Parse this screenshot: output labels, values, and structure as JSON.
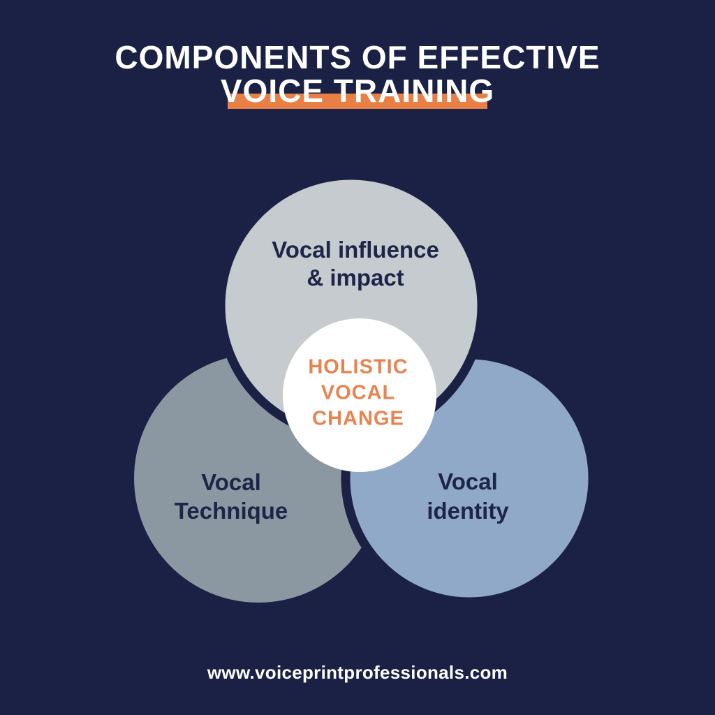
{
  "title": {
    "line1": "COMPONENTS OF EFFECTIVE",
    "line2": "VOICE TRAINING"
  },
  "diagram": {
    "type": "venn",
    "circles": [
      {
        "name": "vocal-influence-impact",
        "label_lines": [
          "Vocal influence",
          "& impact"
        ]
      },
      {
        "name": "vocal-technique",
        "label_lines": [
          "Vocal",
          "Technique"
        ]
      },
      {
        "name": "vocal-identity",
        "label_lines": [
          "Vocal",
          "identity"
        ]
      }
    ],
    "center": {
      "name": "holistic-vocal-change",
      "label_lines": [
        "HOLISTIC",
        "VOCAL",
        "CHANGE"
      ]
    }
  },
  "footer": {
    "url": "www.voiceprintprofessionals.com"
  },
  "colors": {
    "background": "#1a2145",
    "title_text": "#ffffff",
    "underline_bar": "#e87f45",
    "circle_top": "#c5cbce",
    "circle_left": "#8b97a1",
    "circle_right": "#90a9c8",
    "circle_center": "#ffffff",
    "center_text": "#e8834f",
    "label_text": "#1d2649",
    "footer_text": "#ffffff"
  }
}
